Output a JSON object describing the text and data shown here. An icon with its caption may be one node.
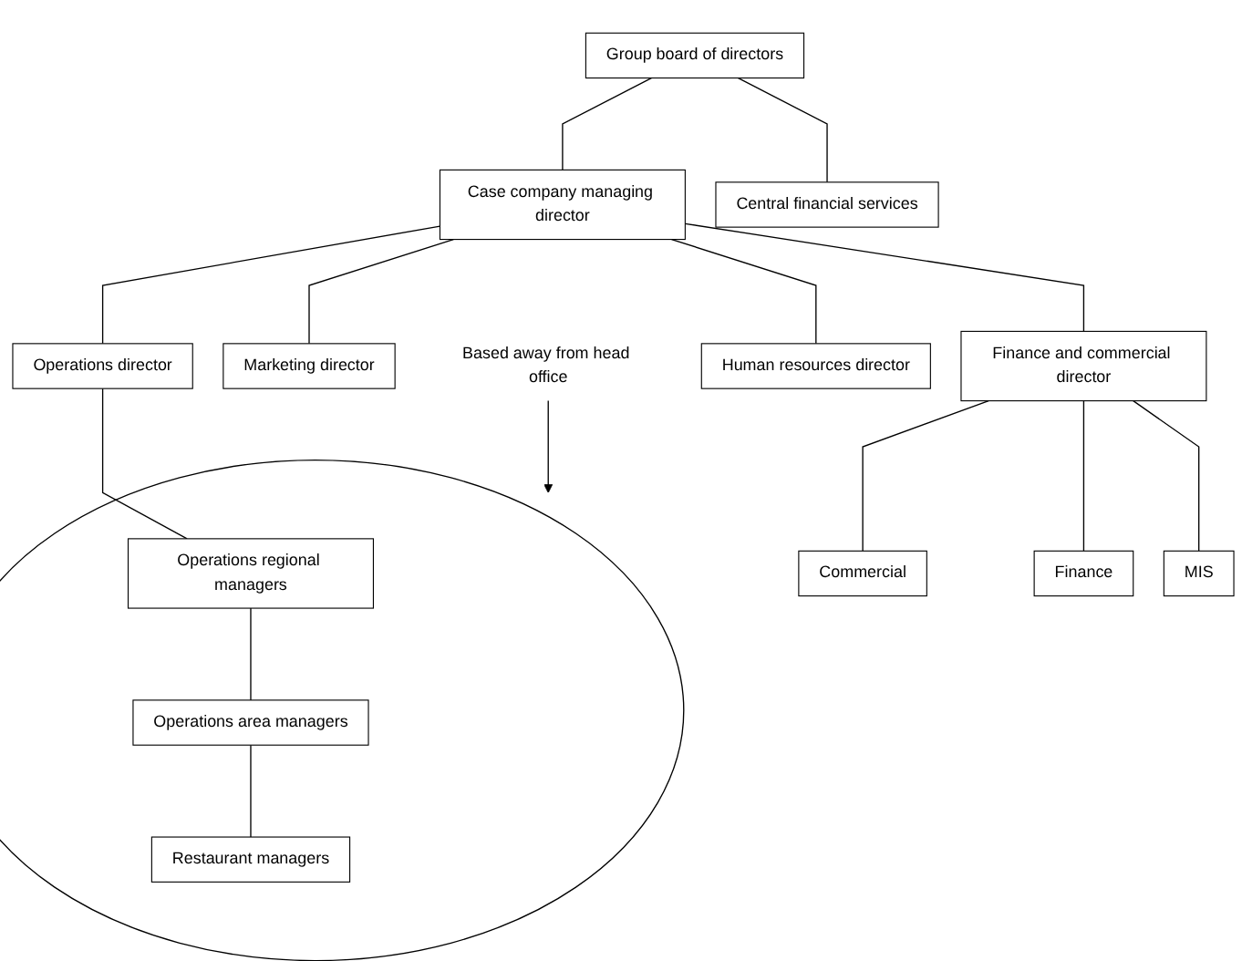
{
  "diagram": {
    "nodes": [
      {
        "text": [
          "Group board of directors"
        ]
      },
      {
        "text": [
          "Case company managing director"
        ]
      },
      {
        "text": [
          "Central financial services"
        ]
      },
      {
        "text": [
          "Operations director"
        ]
      },
      {
        "text": [
          "Marketing director"
        ]
      },
      {
        "text": [
          "Finance and commercial director"
        ]
      },
      {
        "text": [
          "Human resources director"
        ]
      },
      {
        "text": [
          "Commercial"
        ]
      },
      {
        "text": [
          "Finance"
        ]
      },
      {
        "text": [
          "MIS"
        ]
      },
      {
        "text": [],
        "shape": "circle"
      },
      {
        "text": [
          "Operations regional managers"
        ],
        "in": 10
      },
      {
        "text": [
          "Operations area managers"
        ],
        "in": 10
      },
      {
        "text": [
          "Restaurant managers"
        ],
        "in": 10
      },
      {
        "text": [
          "Based away from head office"
        ]
      }
    ],
    "edges": [
      {
        "from": 0,
        "to": 1,
        "arrow": "none"
      },
      {
        "from": 0,
        "to": 2,
        "arrow": "none"
      },
      {
        "from": 1,
        "to": 3,
        "arrow": "none"
      },
      {
        "from": 1,
        "to": 4,
        "arrow": "none"
      },
      {
        "from": 1,
        "to": 5,
        "arrow": "none"
      },
      {
        "from": 1,
        "to": 6,
        "arrow": "none"
      },
      {
        "from": 5,
        "to": 7,
        "arrow": "none"
      },
      {
        "from": 5,
        "to": 8,
        "arrow": "none"
      },
      {
        "from": 5,
        "to": 9,
        "arrow": "none"
      },
      {
        "from": 3,
        "to": 11,
        "arrow": "none"
      },
      {
        "from": 11,
        "to": 12,
        "arrow": "none"
      },
      {
        "from": 12,
        "to": 13,
        "arrow": "none"
      },
      {
        "from": 14,
        "to": 10,
        "arrow": "to"
      }
    ]
  }
}
